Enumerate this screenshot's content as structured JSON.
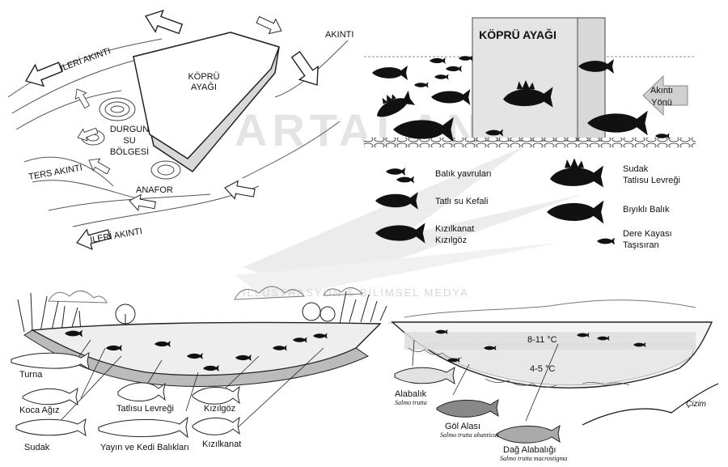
{
  "watermark": {
    "brand": "ARTALAN",
    "sub": "İLLÜSTRASYON & BİLİMSEL MEDYA"
  },
  "plan_view": {
    "pier_label": [
      "KÖPRÜ",
      "AYAĞI"
    ],
    "flow_labels": {
      "left_top": "İLERİ AKINTI",
      "right_top": "AKINTI",
      "reverse": "TERS AKINTI",
      "bottom": "İLERİ AKINTI",
      "eddy": "ANAFOR"
    },
    "still_zone": [
      "DURGUN",
      "SU",
      "BÖLGESİ"
    ]
  },
  "side_view": {
    "pier_title": "KÖPRÜ AYAĞI",
    "current_dir": [
      "Akıntı",
      "Yönü"
    ],
    "legend": {
      "fry": "Balık yavruları",
      "chub": "Tatlı su Kefali",
      "rudd": [
        "Kızılkanat",
        "Kızılgöz"
      ],
      "zander_perch": [
        "Sudak",
        "Tatlısu Levreği"
      ],
      "barbel": "Bıyıklı Balık",
      "loach": [
        "Dere Kayası",
        "Taşısıran"
      ]
    }
  },
  "lake_view": {
    "fish": {
      "pike": "Turna",
      "asp": "Koca Ağız",
      "zander": "Sudak",
      "perch": "Tatlısu Levreği",
      "catfish": "Yayın ve Kedi Balıkları",
      "roach": "Kızılgöz",
      "rudd": "Kızılkanat"
    }
  },
  "trout_view": {
    "temps": {
      "upper": "8-11 °C",
      "lower": "4-5 °C"
    },
    "fish": [
      {
        "name": "Alabalık",
        "latin": "Salmo trutta"
      },
      {
        "name": "Göl Alası",
        "latin": "Salmo trutta abanticus"
      },
      {
        "name": "Dağ Alabalığı",
        "latin": "Salmo trutta macrostigma"
      }
    ]
  },
  "signature": "Çizim"
}
